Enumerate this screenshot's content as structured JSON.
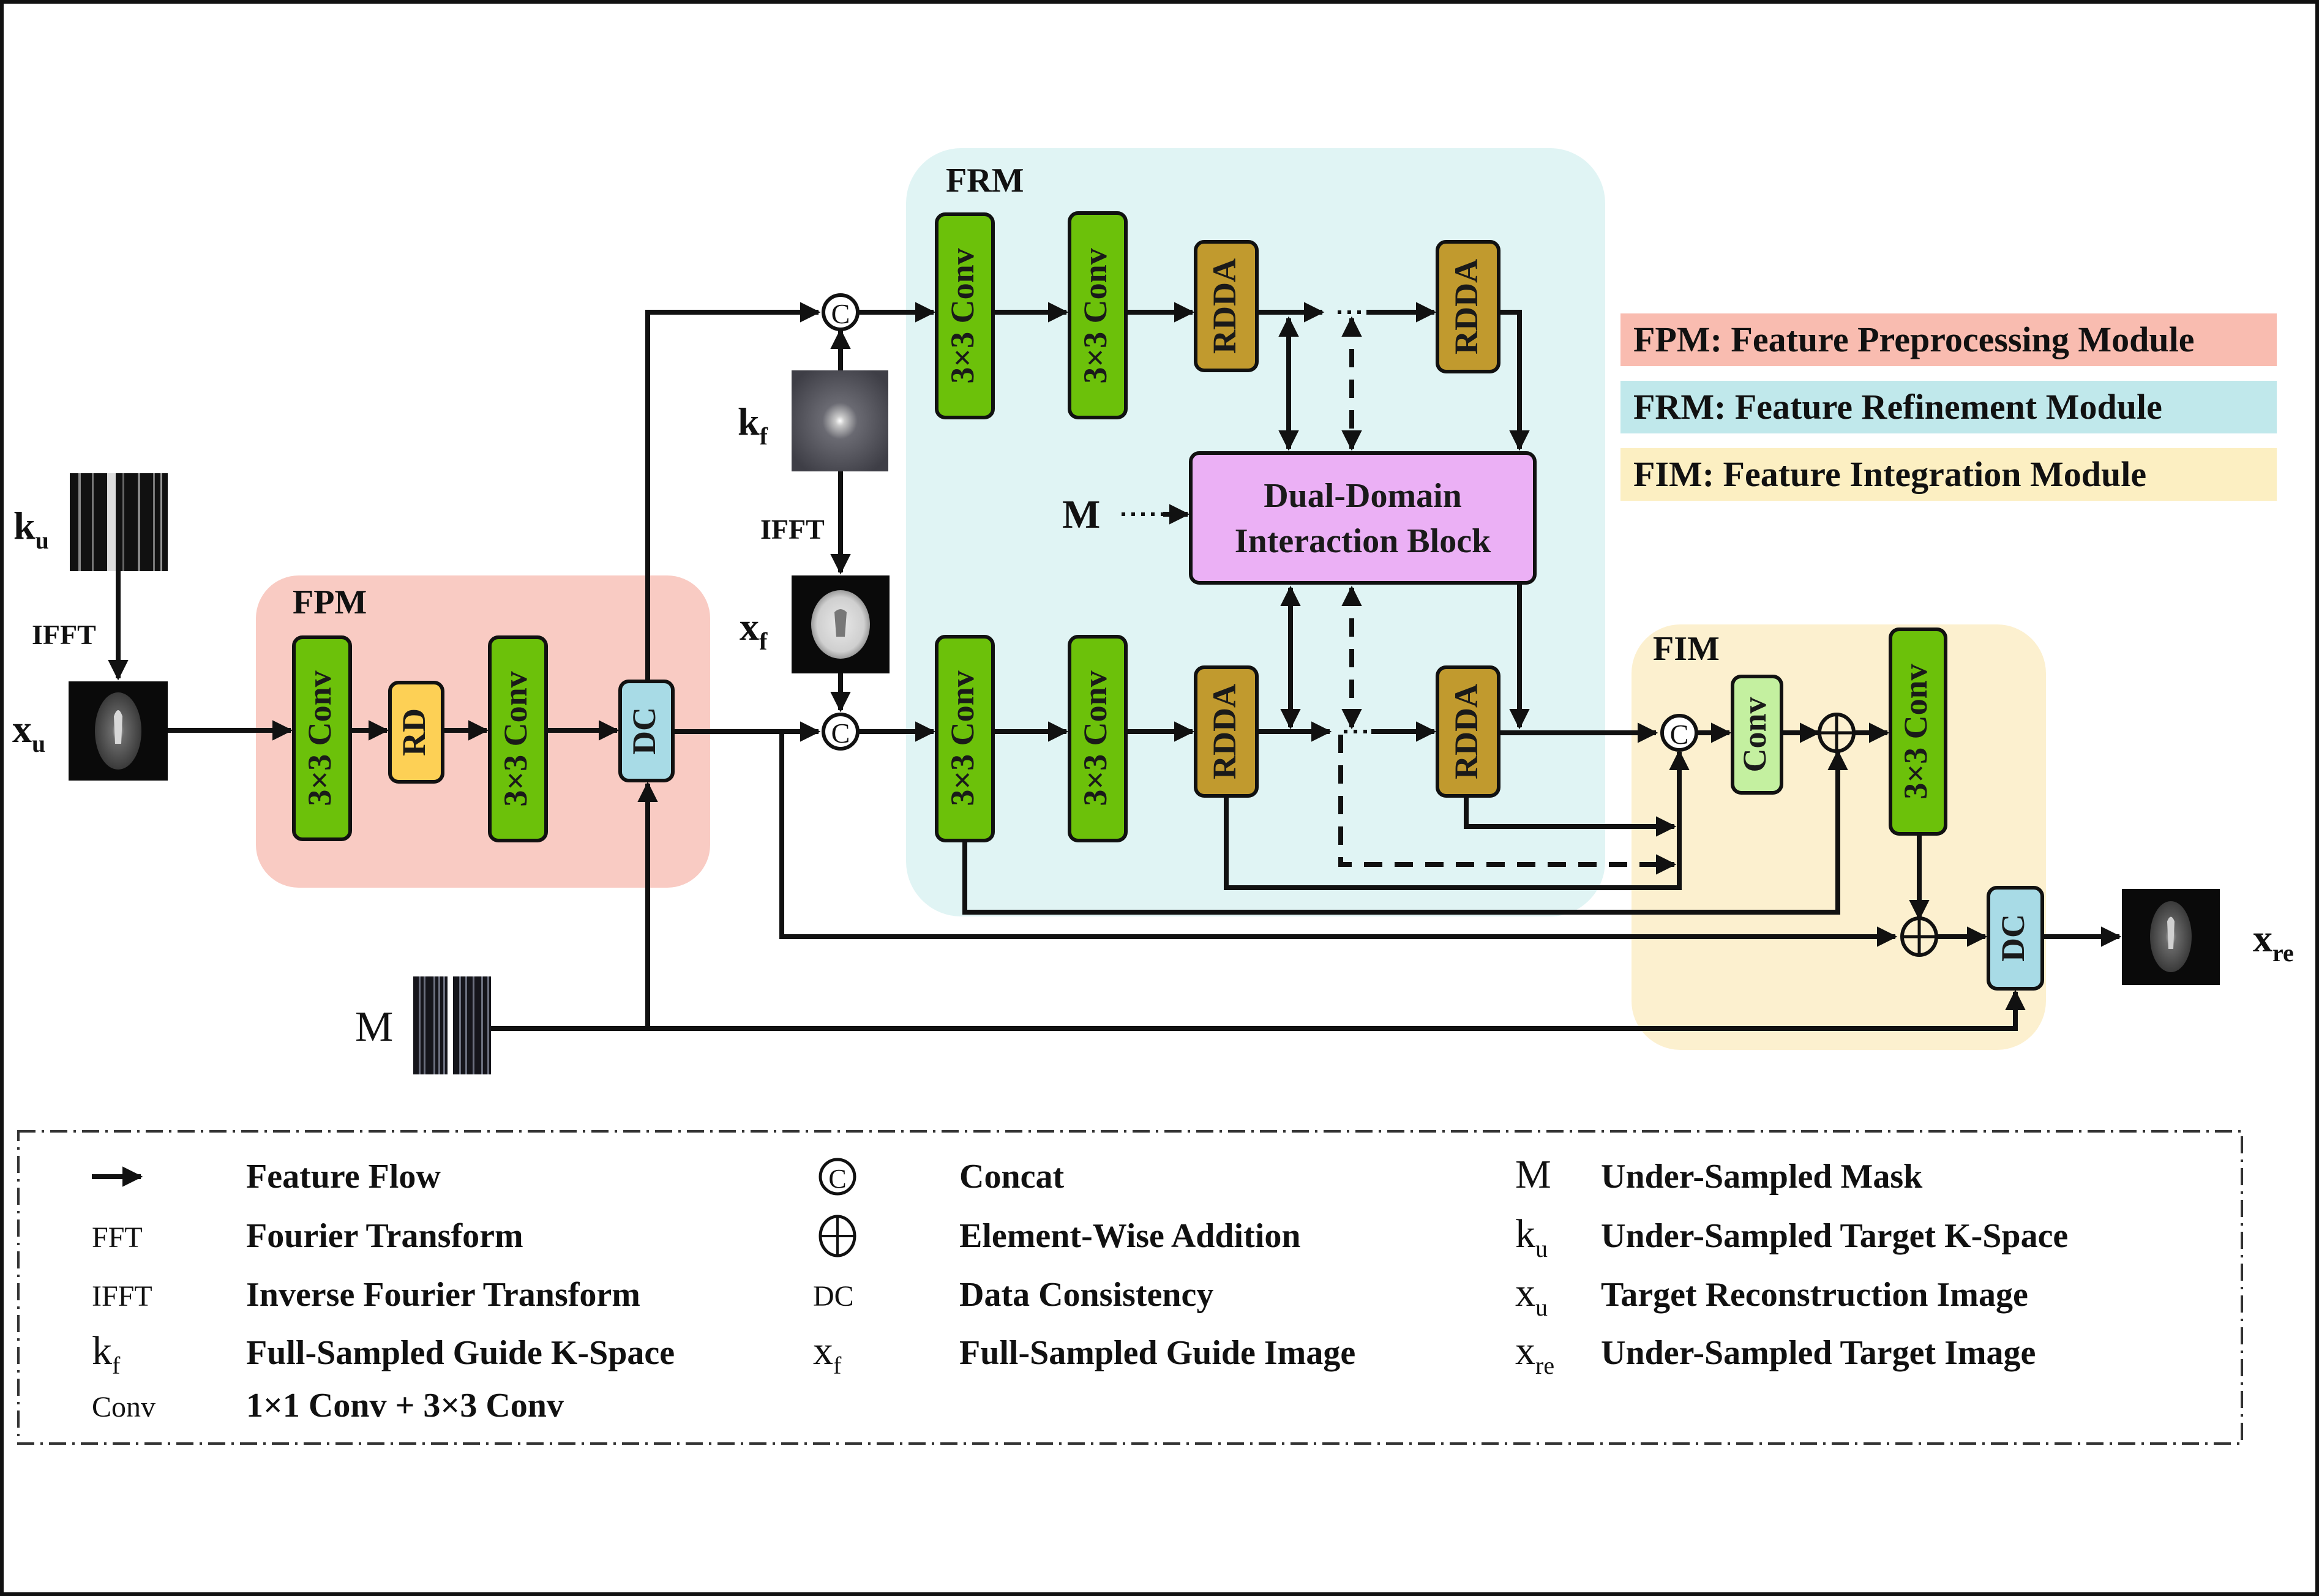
{
  "modules": {
    "fpm": {
      "title": "FPM",
      "color": "#f9cbc3"
    },
    "frm": {
      "title": "FRM",
      "color": "#e0f4f4"
    },
    "fim": {
      "title": "FIM",
      "color": "#fcf0cf"
    }
  },
  "colors": {
    "conv3x3": "#6cc10a",
    "conv": "#c4f0a0",
    "rd": "#fdd055",
    "dc": "#a8dbe6",
    "rdda": "#c19a2e",
    "ddib": "#ebb0f5"
  },
  "blocks": {
    "fpm_conv1": "3×3 Conv",
    "fpm_rd": "RD",
    "fpm_conv2": "3×3 Conv",
    "fpm_dc": "DC",
    "frm_top_conv1": "3×3 Conv",
    "frm_top_conv2": "3×3 Conv",
    "frm_top_rdda1": "RDDA",
    "frm_top_rdda2": "RDDA",
    "frm_bot_conv1": "3×3 Conv",
    "frm_bot_conv2": "3×3 Conv",
    "frm_bot_rdda1": "RDDA",
    "frm_bot_rdda2": "RDDA",
    "ddib_line1": "Dual-Domain",
    "ddib_line2": "Interaction Block",
    "fim_conv": "Conv",
    "fim_conv3x3": "3×3 Conv",
    "fim_dc": "DC"
  },
  "labels": {
    "ku": "k",
    "ku_sub": "u",
    "xu": "x",
    "xu_sub": "u",
    "kf": "k",
    "kf_sub": "f",
    "xf": "x",
    "xf_sub": "f",
    "xre": "x",
    "xre_sub": "re",
    "ifft_left": "IFFT",
    "ifft_mid": "IFFT",
    "m_bottom": "M",
    "m_ddib": "M",
    "concat_symbol": "C"
  },
  "module_legend": [
    {
      "text": "FPM: Feature Preprocessing Module",
      "color": "#f9bcb0"
    },
    {
      "text": "FRM: Feature Refinement Module",
      "color": "#c0e8eb"
    },
    {
      "text": "FIM: Feature Integration Module",
      "color": "#fcefc2"
    }
  ],
  "legend": {
    "col1": [
      {
        "symbol": "→",
        "text": "Feature Flow"
      },
      {
        "symbol": "FFT",
        "text": "Fourier Transform"
      },
      {
        "symbol": "IFFT",
        "text": "Inverse Fourier Transform"
      },
      {
        "symbol": "k",
        "sub": "f",
        "text": "Full-Sampled Guide K-Space"
      },
      {
        "symbol": "Conv",
        "text": "1×1 Conv + 3×3 Conv"
      }
    ],
    "col2": [
      {
        "symbol": "C",
        "text": "Concat"
      },
      {
        "symbol": "⊕",
        "text": "Element-Wise Addition"
      },
      {
        "symbol": "DC",
        "text": "Data Consistency"
      },
      {
        "symbol": "x",
        "sub": "f",
        "text": "Full-Sampled Guide Image"
      }
    ],
    "col3": [
      {
        "symbol": "M",
        "text": "Under-Sampled Mask"
      },
      {
        "symbol": "k",
        "sub": "u",
        "text": "Under-Sampled Target K-Space"
      },
      {
        "symbol": "x",
        "sub": "u",
        "text": "Target Reconstruction Image"
      },
      {
        "symbol": "x",
        "sub": "re",
        "text": "Under-Sampled Target Image"
      }
    ]
  }
}
